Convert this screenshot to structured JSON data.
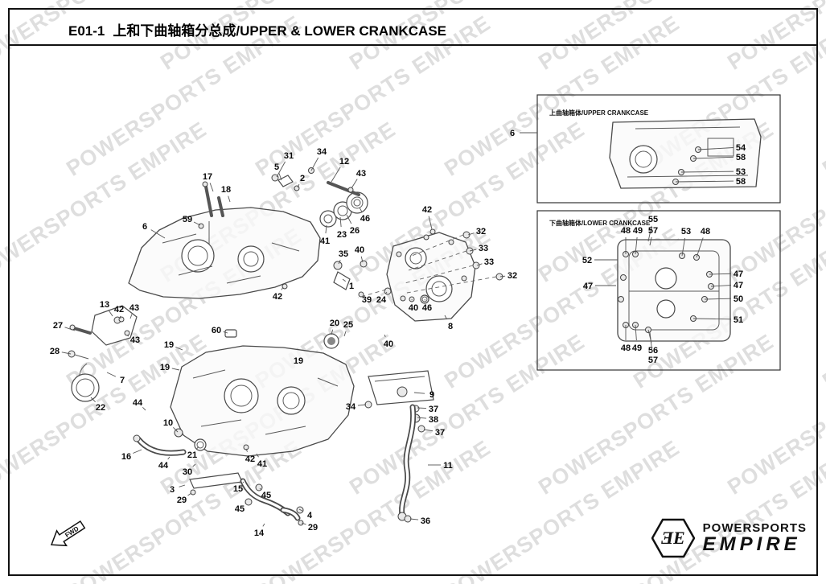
{
  "title": {
    "code": "E01-1",
    "text": "上和下曲轴箱分总成/UPPER & LOWER CRANKCASE"
  },
  "watermark": {
    "text": "POWERSPORTS EMPIRE"
  },
  "fwd_label": "FWD",
  "logo": {
    "brand_top": "POWERSPORTS",
    "brand_bottom": "EMPIRE",
    "icon_glyphs": "ƎE"
  },
  "main_callouts": [
    [
      "31",
      359,
      193,
      344,
      220
    ],
    [
      "34",
      400,
      188,
      387,
      212
    ],
    [
      "5",
      344,
      207,
      350,
      224
    ],
    [
      "12",
      428,
      200,
      412,
      226
    ],
    [
      "2",
      376,
      221,
      370,
      233
    ],
    [
      "43",
      449,
      215,
      437,
      234
    ],
    [
      "17",
      258,
      219,
      265,
      238
    ],
    [
      "18",
      281,
      235,
      286,
      251
    ],
    [
      "6",
      180,
      281,
      205,
      296
    ],
    [
      "59",
      233,
      272,
      249,
      280
    ],
    [
      "42",
      531,
      260,
      537,
      285
    ],
    [
      "46",
      454,
      271,
      447,
      258
    ],
    [
      "26",
      441,
      286,
      431,
      267
    ],
    [
      "23",
      425,
      291,
      423,
      270
    ],
    [
      "41",
      404,
      299,
      406,
      280
    ],
    [
      "32",
      598,
      287,
      582,
      292
    ],
    [
      "33",
      601,
      308,
      584,
      312
    ],
    [
      "35",
      427,
      315,
      421,
      328
    ],
    [
      "40",
      447,
      310,
      451,
      326
    ],
    [
      "33",
      608,
      325,
      593,
      330
    ],
    [
      "32",
      637,
      342,
      622,
      344
    ],
    [
      "1",
      437,
      355,
      426,
      347
    ],
    [
      "42",
      345,
      368,
      352,
      357
    ],
    [
      "39",
      456,
      372,
      449,
      366
    ],
    [
      "24",
      474,
      372,
      481,
      363
    ],
    [
      "40",
      514,
      382,
      512,
      372
    ],
    [
      "46",
      531,
      382,
      528,
      372
    ],
    [
      "13",
      130,
      378,
      140,
      393
    ],
    [
      "42",
      148,
      384,
      150,
      396
    ],
    [
      "43",
      167,
      382,
      162,
      396
    ],
    [
      "27",
      72,
      404,
      93,
      411
    ],
    [
      "43",
      168,
      422,
      158,
      417
    ],
    [
      "28",
      68,
      436,
      88,
      440
    ],
    [
      "60",
      269,
      410,
      283,
      414
    ],
    [
      "20",
      416,
      401,
      412,
      416
    ],
    [
      "25",
      433,
      403,
      428,
      418
    ],
    [
      "8",
      560,
      405,
      553,
      392
    ],
    [
      "19",
      210,
      428,
      227,
      435
    ],
    [
      "19",
      205,
      456,
      223,
      460
    ],
    [
      "40",
      483,
      427,
      478,
      416
    ],
    [
      "19",
      371,
      448,
      363,
      452
    ],
    [
      "7",
      152,
      472,
      133,
      463
    ],
    [
      "22",
      125,
      506,
      113,
      494
    ],
    [
      "44",
      171,
      500,
      181,
      510
    ],
    [
      "34",
      436,
      505,
      455,
      503
    ],
    [
      "9",
      537,
      490,
      515,
      488
    ],
    [
      "37",
      539,
      508,
      519,
      507
    ],
    [
      "38",
      539,
      521,
      519,
      519
    ],
    [
      "37",
      547,
      537,
      527,
      534
    ],
    [
      "10",
      209,
      525,
      221,
      537
    ],
    [
      "16",
      157,
      567,
      176,
      559
    ],
    [
      "21",
      239,
      565,
      247,
      555
    ],
    [
      "44",
      203,
      578,
      211,
      568
    ],
    [
      "30",
      233,
      586,
      243,
      577
    ],
    [
      "42",
      311,
      570,
      306,
      558
    ],
    [
      "41",
      326,
      576,
      319,
      564
    ],
    [
      "3",
      214,
      608,
      230,
      603
    ],
    [
      "29",
      226,
      621,
      238,
      613
    ],
    [
      "15",
      296,
      607,
      303,
      599
    ],
    [
      "45",
      331,
      615,
      323,
      607
    ],
    [
      "45",
      298,
      632,
      306,
      625
    ],
    [
      "11",
      557,
      578,
      532,
      578
    ],
    [
      "4",
      385,
      640,
      372,
      633
    ],
    [
      "29",
      389,
      655,
      375,
      650
    ],
    [
      "14",
      322,
      662,
      329,
      651
    ],
    [
      "36",
      529,
      647,
      510,
      645
    ]
  ],
  "insets": {
    "upper": {
      "label": "上曲轴箱体/UPPER CRANKCASE",
      "external_callouts": [
        [
          "6",
          637,
          165,
          668,
          165
        ]
      ],
      "callouts": [
        [
          "54",
          921,
          183,
          868,
          186
        ],
        [
          "58",
          921,
          195,
          862,
          197
        ],
        [
          "53",
          921,
          213,
          847,
          214
        ],
        [
          "58",
          921,
          225,
          840,
          226
        ]
      ]
    },
    "lower": {
      "label": "下曲轴箱体/LOWER CRANKCASE",
      "callouts": [
        [
          "55",
          812,
          272,
          806,
          300
        ],
        [
          "48",
          778,
          286,
          778,
          316
        ],
        [
          "49",
          793,
          286,
          790,
          316
        ],
        [
          "57",
          812,
          286,
          808,
          305
        ],
        [
          "53",
          853,
          287,
          848,
          318
        ],
        [
          "48",
          877,
          287,
          866,
          320
        ],
        [
          "52",
          730,
          323,
          768,
          323
        ],
        [
          "47",
          918,
          340,
          882,
          341
        ],
        [
          "47",
          731,
          355,
          766,
          355
        ],
        [
          "47",
          918,
          354,
          884,
          356
        ],
        [
          "50",
          918,
          371,
          876,
          372
        ],
        [
          "51",
          918,
          397,
          862,
          396
        ],
        [
          "48",
          778,
          432,
          778,
          404
        ],
        [
          "49",
          792,
          432,
          790,
          404
        ],
        [
          "56",
          812,
          435,
          806,
          410
        ],
        [
          "57",
          812,
          447,
          808,
          413
        ]
      ]
    }
  }
}
